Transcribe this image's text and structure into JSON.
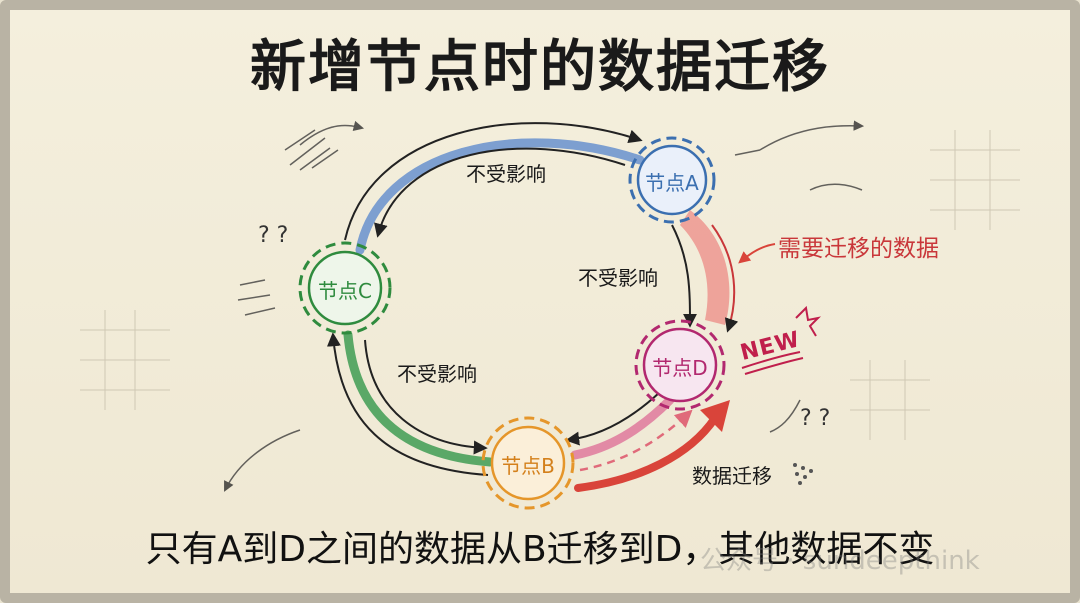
{
  "title": "新增节点时的数据迁移",
  "nodes": {
    "a": "节点A",
    "b": "节点B",
    "c": "节点C",
    "d": "节点D"
  },
  "labels": {
    "top_arc": "不受影响",
    "right_arc": "不受影响",
    "left_arc": "不受影响",
    "needs_migration": "需要迁移的数据",
    "migration": "数据迁移",
    "new_badge": "NEW"
  },
  "caption": "只有A到D之间的数据从B迁移到D，其他数据不变",
  "watermark": "公众号 · sundeepthink",
  "colors": {
    "node_a": "#3b6fb0",
    "node_b": "#e5962a",
    "node_c": "#2f8b3e",
    "node_d": "#b2286f",
    "migration_red": "#d9443a"
  }
}
